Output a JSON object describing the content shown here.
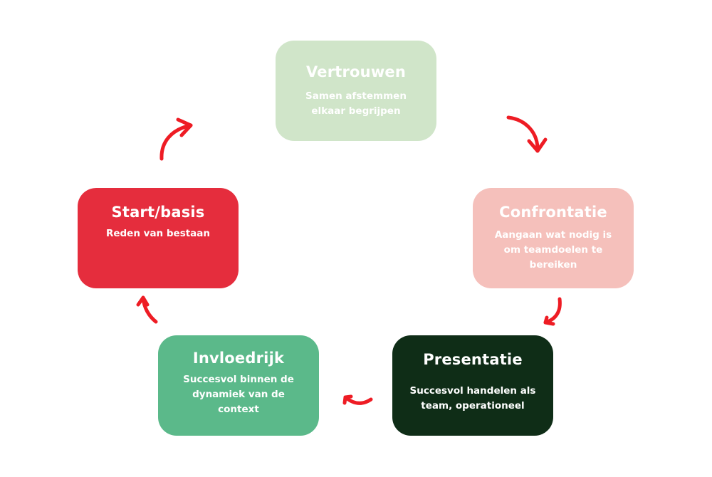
{
  "diagram": {
    "type": "cycle",
    "arrow_color": "#ee1c24",
    "stages": [
      {
        "id": "vertrouwen",
        "title": "Vertrouwen",
        "description": "Samen afstemmen elkaar begrijpen",
        "color": "#d0e5c9"
      },
      {
        "id": "confrontatie",
        "title": "Confrontatie",
        "description": "Aangaan wat nodig is om teamdoelen te bereiken",
        "color": "#f5c0bb"
      },
      {
        "id": "presentatie",
        "title": "Presentatie",
        "description": "Succesvol handelen als team, operationeel",
        "color": "#0f2d17"
      },
      {
        "id": "invloedrijk",
        "title": "Invloedrijk",
        "description": "Succesvol binnen de dynamiek van de context",
        "color": "#5bb98a"
      },
      {
        "id": "start",
        "title": "Start/basis",
        "description": "Reden van bestaan",
        "color": "#e52d3d"
      }
    ],
    "flow": [
      "Start/basis",
      "Vertrouwen",
      "Confrontatie",
      "Presentatie",
      "Invloedrijk",
      "Start/basis"
    ]
  }
}
